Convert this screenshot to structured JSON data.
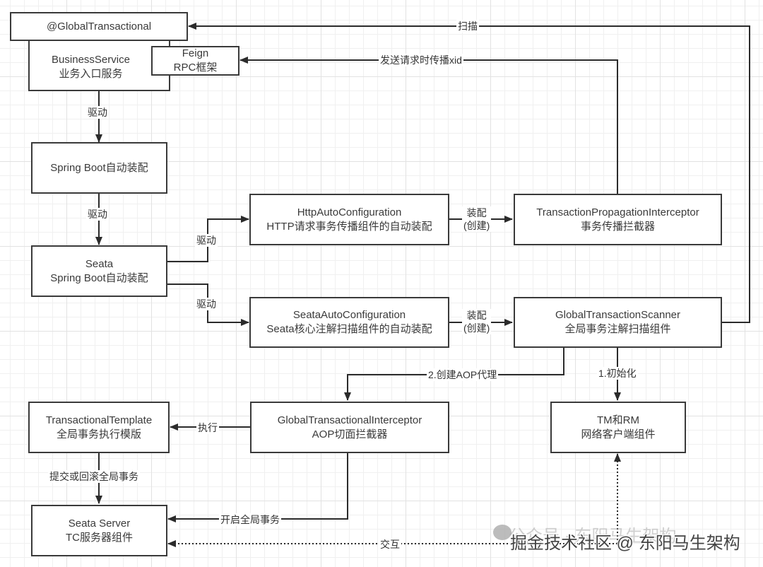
{
  "nodes": {
    "global_transactional": {
      "line1": "@GlobalTransactional"
    },
    "business_service": {
      "line1": "BusinessService",
      "line2": "业务入口服务"
    },
    "feign": {
      "line1": "Feign",
      "line2": "RPC框架"
    },
    "spring_boot": {
      "line1": "Spring Boot自动装配"
    },
    "seata_spring_boot": {
      "line1": "Seata",
      "line2": "Spring Boot自动装配"
    },
    "http_auto_config": {
      "line1": "HttpAutoConfiguration",
      "line2": "HTTP请求事务传播组件的自动装配"
    },
    "tpi": {
      "line1": "TransactionPropagationInterceptor",
      "line2": "事务传播拦截器"
    },
    "seata_auto_config": {
      "line1": "SeataAutoConfiguration",
      "line2": "Seata核心注解扫描组件的自动装配"
    },
    "gts": {
      "line1": "GlobalTransactionScanner",
      "line2": "全局事务注解扫描组件"
    },
    "tt": {
      "line1": "TransactionalTemplate",
      "line2": "全局事务执行模版"
    },
    "gti": {
      "line1": "GlobalTransactionalInterceptor",
      "line2": "AOP切面拦截器"
    },
    "tmrm": {
      "line1": "TM和RM",
      "line2": "网络客户端组件"
    },
    "seata_server": {
      "line1": "Seata Server",
      "line2": "TC服务器组件"
    }
  },
  "edges": {
    "scan": "扫描",
    "propagate_xid": "发送请求时传播xid",
    "drive1": "驱动",
    "drive2": "驱动",
    "drive3": "驱动",
    "drive4": "驱动",
    "assemble1_a": "装配",
    "assemble1_b": "(创建)",
    "assemble2_a": "装配",
    "assemble2_b": "(创建)",
    "create_aop": "2.创建AOP代理",
    "init": "1.初始化",
    "execute": "执行",
    "commit_rollback": "提交或回滚全局事务",
    "begin_global": "开启全局事务",
    "interact": "交互"
  },
  "watermark": {
    "faint": "公众号 · 东阳马生架构",
    "main": "掘金技术社区 @ 东阳马生架构"
  }
}
